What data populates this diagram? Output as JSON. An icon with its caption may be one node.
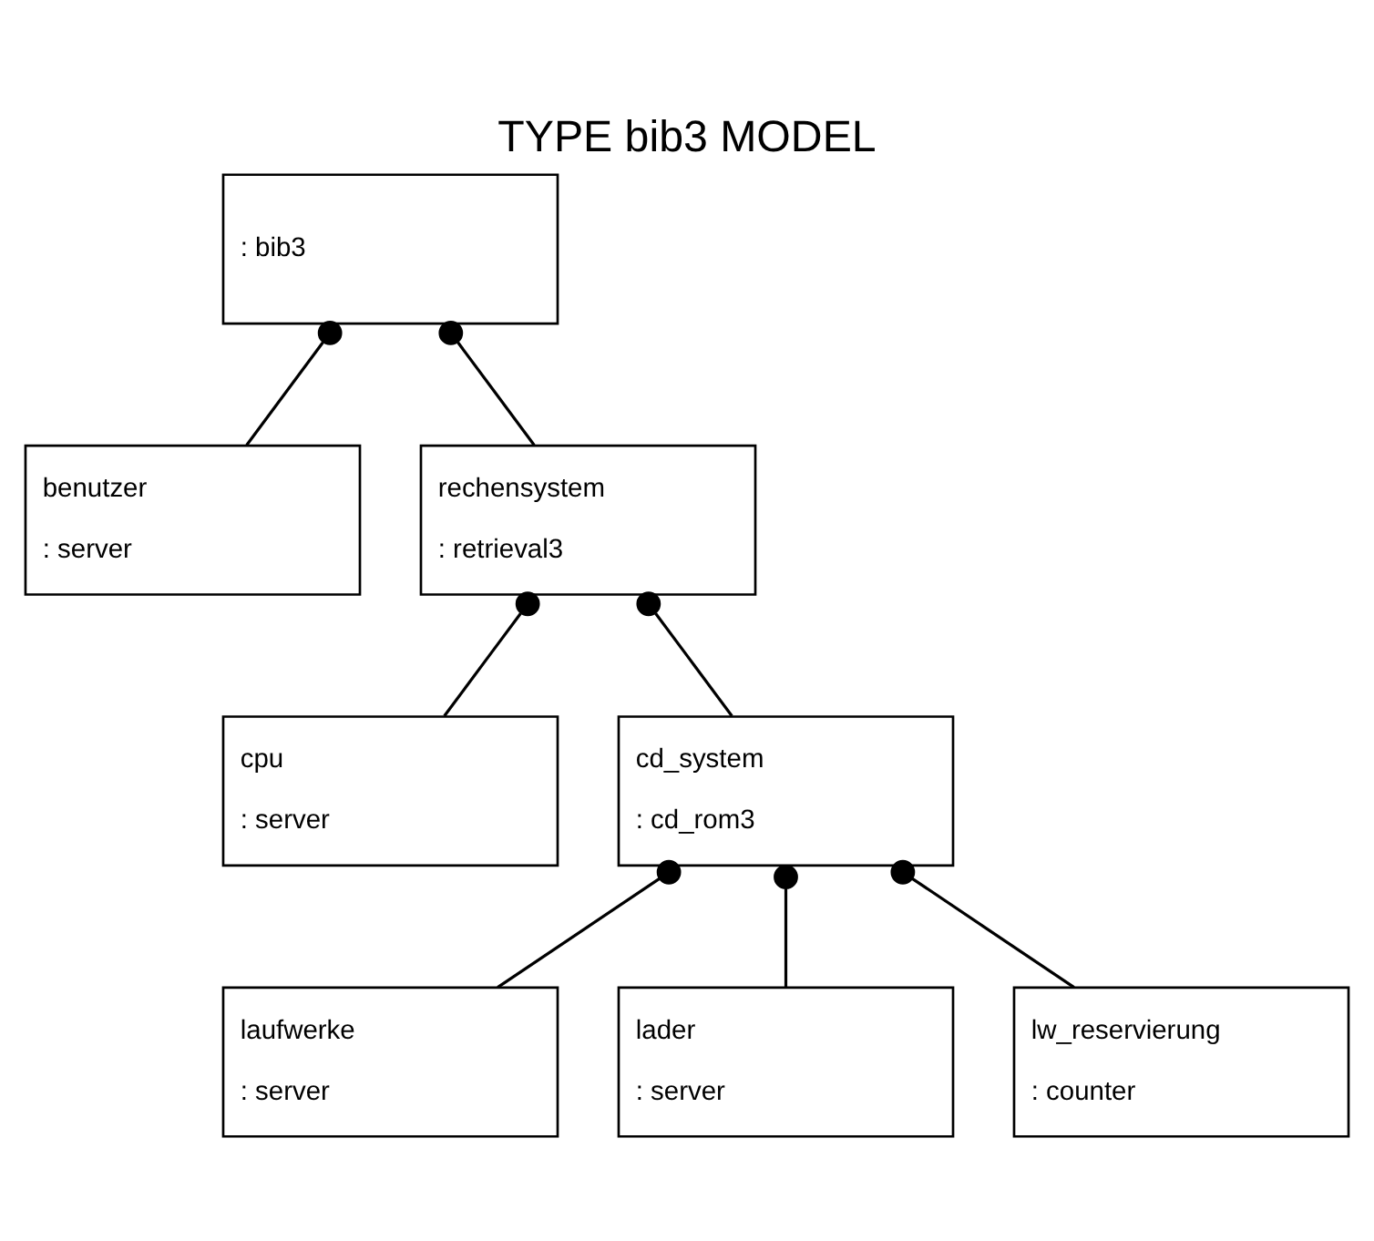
{
  "diagram": {
    "title": "TYPE bib3 MODEL",
    "nodes": [
      {
        "text": [
          ": bib3"
        ]
      },
      {
        "text": [
          "benutzer",
          ": server"
        ]
      },
      {
        "text": [
          "rechensystem",
          ": retrieval3"
        ]
      },
      {
        "text": [
          "cpu",
          ": server"
        ]
      },
      {
        "text": [
          "cd_system",
          ": cd_rom3"
        ]
      },
      {
        "text": [
          "laufwerke",
          ": server"
        ]
      },
      {
        "text": [
          "lader",
          ": server"
        ]
      },
      {
        "text": [
          "lw_reservierung",
          ": counter"
        ]
      }
    ],
    "edges": [
      {
        "from": 0,
        "to": 1,
        "arrow": "other"
      },
      {
        "from": 0,
        "to": 2,
        "arrow": "other"
      },
      {
        "from": 2,
        "to": 3,
        "arrow": "other"
      },
      {
        "from": 2,
        "to": 4,
        "arrow": "other"
      },
      {
        "from": 4,
        "to": 5,
        "arrow": "other"
      },
      {
        "from": 4,
        "to": 6,
        "arrow": "other"
      },
      {
        "from": 4,
        "to": 7,
        "arrow": "other"
      }
    ]
  }
}
